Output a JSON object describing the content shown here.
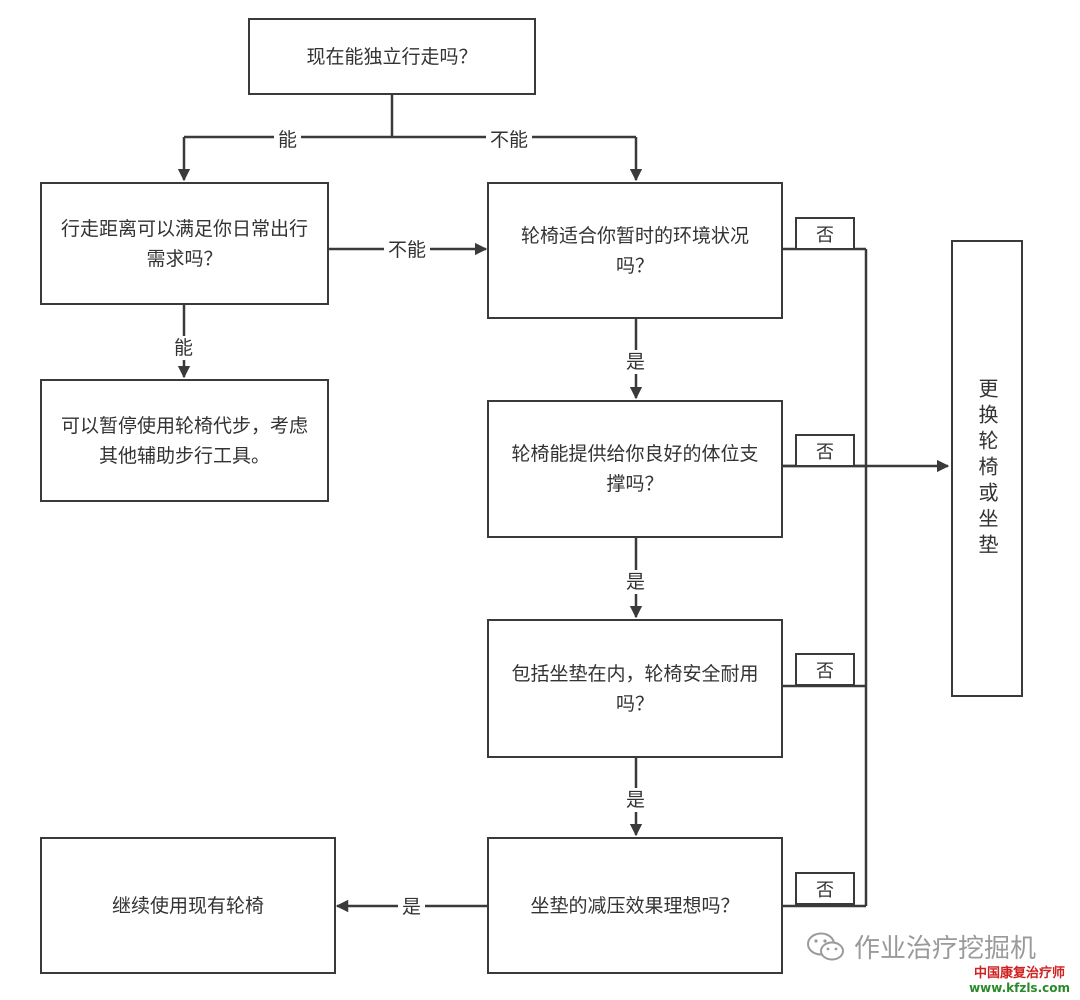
{
  "nodes": {
    "q_walk": "现在能独立行走吗？",
    "q_distance": "行走距离可以满足你日常出行需求吗？",
    "pause": "可以暂停使用轮椅代步，考虑其他辅助步行工具。",
    "q_env": "轮椅适合你暂时的环境状况吗？",
    "q_support": "轮椅能提供给你良好的体位支撑吗？",
    "q_safe": "包括坐垫在内，轮椅安全耐用吗？",
    "q_pressure": "坐垫的减压效果理想吗？",
    "continue": "继续使用现有轮椅",
    "replace": "更换轮椅或坐垫"
  },
  "edges": {
    "can": "能",
    "cannot": "不能",
    "yes": "是",
    "no": "否"
  },
  "watermark": {
    "account": "作业治疗挖掘机",
    "site_name": "中国康复治疗师",
    "site_url": "www.kfzls.com"
  }
}
